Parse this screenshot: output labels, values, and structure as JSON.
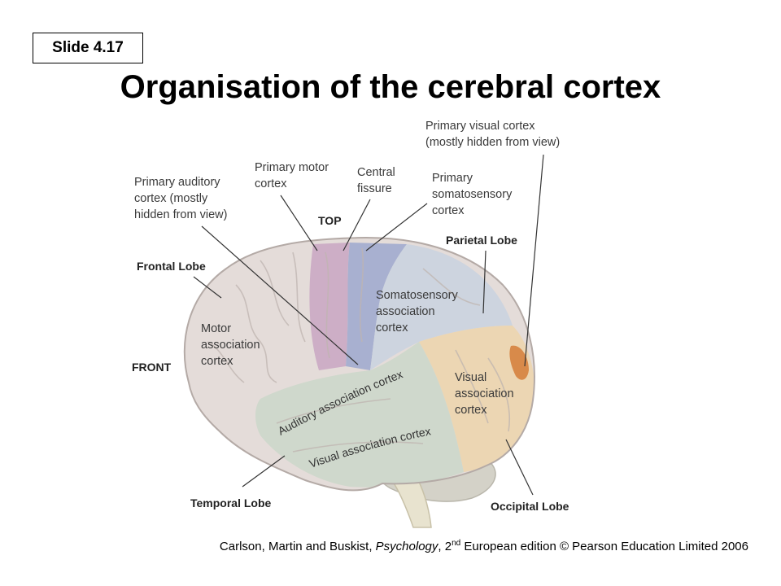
{
  "slide": {
    "label": "Slide 4.17"
  },
  "title": "Organisation of the cerebral cortex",
  "labels": {
    "primary_visual": "Primary visual cortex\n(mostly hidden from view)",
    "primary_motor": "Primary motor\ncortex",
    "central_fissure": "Central\nfissure",
    "primary_somato": "Primary\nsomatosensory\ncortex",
    "primary_auditory": "Primary auditory\ncortex (mostly\nhidden from view)",
    "top": "TOP",
    "parietal": "Parietal Lobe",
    "frontal": "Frontal Lobe",
    "somato_assoc": "Somatosensory\nassociation\ncortex",
    "motor_assoc": "Motor\nassociation\ncortex",
    "front": "FRONT",
    "auditory_assoc": "Auditory association cortex",
    "visual_assoc": "Visual\nassociation\ncortex",
    "visual_assoc_curved": "Visual association cortex",
    "temporal": "Temporal Lobe",
    "occipital": "Occipital Lobe"
  },
  "credit": {
    "authors": "Carlson, Martin and Buskist, ",
    "book": "Psychology",
    "edition_num": ", 2",
    "edition_sup": "nd",
    "rest": " European edition © Pearson Education Limited 2006"
  },
  "colors": {
    "frontal": "#e4dcd9",
    "motor": "#cdaec6",
    "somatosensory": "#a8b0d0",
    "somato_assoc": "#cdd4df",
    "temporal": "#cfd8cc",
    "occipital": "#ecd6b3",
    "primary_visual": "#d88a4a",
    "cerebellum": "#d4d2c8"
  }
}
